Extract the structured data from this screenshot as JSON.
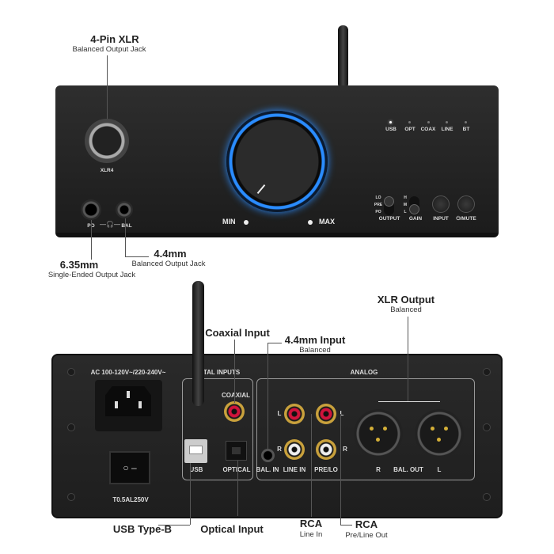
{
  "front": {
    "xlr_label": "4-Pin XLR",
    "xlr_sub": "Balanced Output Jack",
    "xlr4": "XLR4",
    "jack635_label": "6.35mm",
    "jack635_sub": "Single-Ended Output Jack",
    "jack44_label": "4.4mm",
    "jack44_sub": "Balanced Output Jack",
    "po": "PO",
    "bal": "BAL",
    "min": "MIN",
    "max": "MAX",
    "leds": [
      "USB",
      "OPT",
      "COAX",
      "LINE",
      "BT"
    ],
    "switch_output": [
      "LO",
      "PRE",
      "PO"
    ],
    "switch_gain": [
      "H",
      "M",
      "L"
    ],
    "controls": {
      "output": "OUTPUT",
      "gain": "GAIN",
      "input": "INPUT",
      "mute": "⏻/MUTE"
    },
    "accent": "#2a8cff"
  },
  "back": {
    "ac": "AC 100-120V~/220-240V~",
    "fuse": "T0.5AL250V",
    "digital": "TAL INPUTS",
    "analog": "ANALOG",
    "coaxial": "COAXIAL",
    "usb": "USB",
    "optical": "OPTICAL",
    "bal_in": "BAL. IN",
    "line_in": "LINE IN",
    "pre_lo": "PRE/LO",
    "r": "R",
    "l": "L",
    "bal_out": "BAL. OUT",
    "callouts": {
      "coaxial": "Coaxial Input",
      "in44": "4.4mm Input",
      "in44_sub": "Balanced",
      "xlr_out": "XLR Output",
      "xlr_out_sub": "Balanced",
      "usb_b": "USB Type-B",
      "optical": "Optical Input",
      "rca_in": "RCA",
      "rca_in_sub": "Line In",
      "rca_out": "RCA",
      "rca_out_sub": "Pre/Line Out"
    }
  }
}
